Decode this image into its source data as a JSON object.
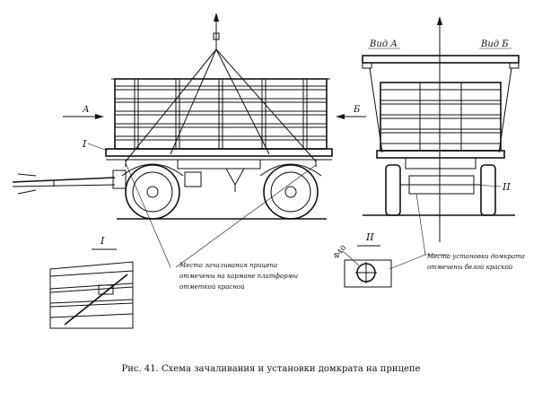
{
  "caption": "Рис. 41. Схема зачаливания и установки домкрата на прицепе",
  "labels": {
    "arrow_a": "А",
    "arrow_b": "Б",
    "view_a": "Вид А",
    "view_b": "Вид Б",
    "mark_i": "I",
    "mark_ii": "II",
    "detail_i": "I",
    "detail_ii": "II",
    "diameter": "Ф40"
  },
  "notes": {
    "slinging": [
      "Места зачаливания прицепа",
      "отмечены на кармане платформы",
      "отметкой красной"
    ],
    "jack": [
      "Места установки домкрата",
      "отмечены белой краской"
    ]
  }
}
